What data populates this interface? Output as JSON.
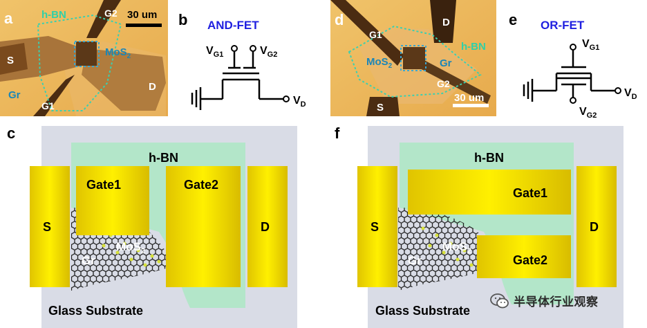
{
  "panels": {
    "a": {
      "label": "a",
      "hbn": "h-BN",
      "g2": "G2",
      "scalebar": "30 um",
      "s": "S",
      "mos2_base": "MoS",
      "mos2_sub": "2",
      "gr": "Gr",
      "d": "D",
      "g1": "G1"
    },
    "b": {
      "label": "b",
      "title": "AND-FET",
      "vg1_base": "V",
      "vg1_sub": "G1",
      "vg2_base": "V",
      "vg2_sub": "G2",
      "vd_base": "V",
      "vd_sub": "D"
    },
    "d": {
      "label": "d",
      "d": "D",
      "g1": "G1",
      "hbn": "h-BN",
      "mos2_base": "MoS",
      "mos2_sub": "2",
      "gr": "Gr",
      "g2": "G2",
      "scalebar": "30 um",
      "s": "S"
    },
    "e": {
      "label": "e",
      "title": "OR-FET",
      "vg1_base": "V",
      "vg1_sub": "G1",
      "vg2_base": "V",
      "vg2_sub": "G2",
      "vd_base": "V",
      "vd_sub": "D"
    },
    "c": {
      "label": "c",
      "hbn": "h-BN",
      "gate1": "Gate1",
      "gate2": "Gate2",
      "s": "S",
      "d": "D",
      "gr": "Gr",
      "mos2_base": "MoS",
      "mos2_sub": "2",
      "substrate": "Glass Substrate"
    },
    "f": {
      "label": "f",
      "hbn": "h-BN",
      "gate1": "Gate1",
      "gate2": "Gate2",
      "s": "S",
      "d": "D",
      "gr": "Gr",
      "mos2_base": "MoS",
      "mos2_sub": "2",
      "substrate": "Glass Substrate"
    }
  },
  "watermark": {
    "text": "半导体行业观察",
    "icon": "wechat-icon"
  },
  "colors": {
    "title_blue": "#1f1fe0",
    "gold": "#f2dc00",
    "hbn_green": "#b3e6c9",
    "substrate": "#d9dce6",
    "optical_bg": "#e6b35a"
  }
}
